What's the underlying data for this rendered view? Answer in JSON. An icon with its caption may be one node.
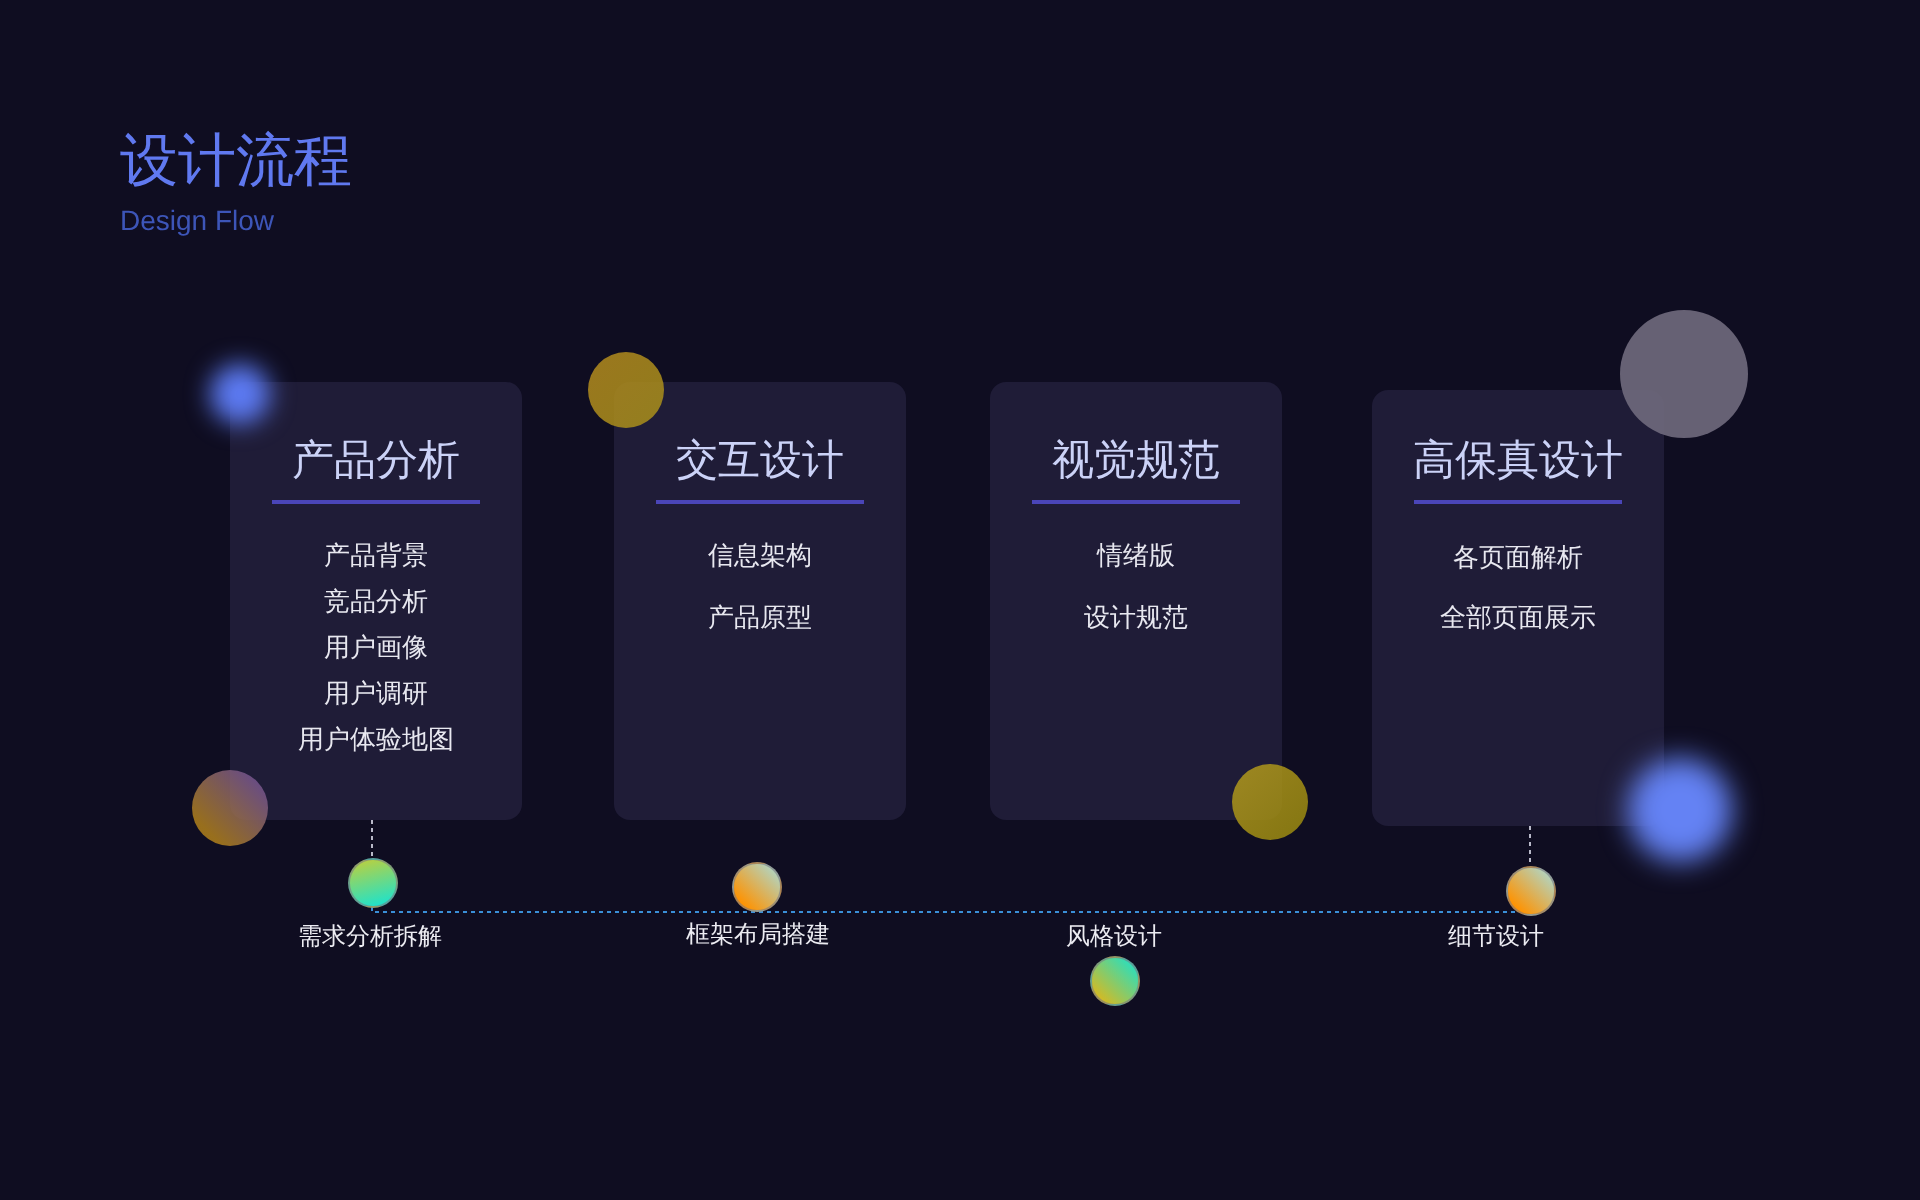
{
  "diagram": {
    "title": "设计流程",
    "nodes": [
      {
        "text": [
          "产品分析",
          "产品背景",
          "竞品分析",
          "用户画像",
          "用户调研",
          "用户体验地图"
        ]
      },
      {
        "text": [
          "交互设计",
          "信息架构",
          "产品原型"
        ]
      },
      {
        "text": [
          "视觉规范",
          "情绪版",
          "设计规范"
        ]
      },
      {
        "text": [
          "高保真设计",
          "各页面解析",
          "全部页面展示"
        ]
      },
      {
        "text": [],
        "shape": "circle",
        "beside": [
          "需求分析拆解"
        ]
      },
      {
        "text": [],
        "shape": "circle",
        "beside": [
          "框架布局搭建"
        ]
      },
      {
        "text": [],
        "shape": "circle",
        "beside": [
          "风格设计"
        ]
      },
      {
        "text": [],
        "shape": "circle",
        "beside": [
          "细节设计"
        ]
      }
    ],
    "edges": [
      {
        "from": 0,
        "to": 4,
        "arrow": "none",
        "style": "dashed"
      },
      {
        "from": 4,
        "to": 7,
        "arrow": "none",
        "style": "dashed",
        "color": "#3a8fd8"
      },
      {
        "from": 3,
        "to": 7,
        "arrow": "none",
        "style": "dashed"
      }
    ],
    "labels": [
      "Design Flow"
    ]
  }
}
